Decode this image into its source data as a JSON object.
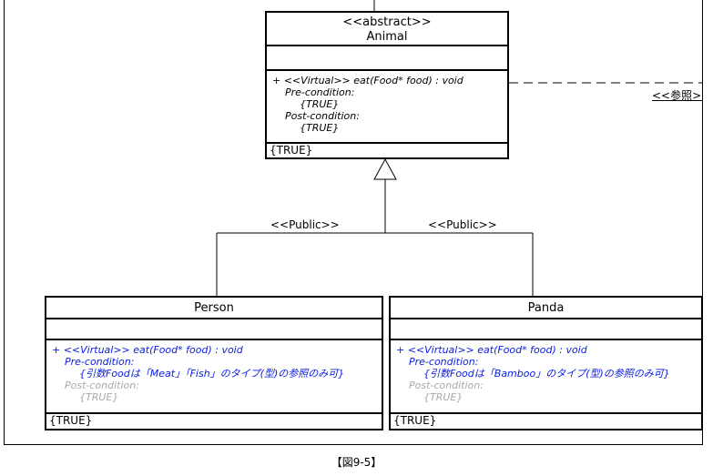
{
  "classes": {
    "animal": {
      "stereotype": "<<abstract>>",
      "name": "Animal",
      "op_signature": "+ <<Virtual>> eat(Food* food) : void",
      "pre_label": "Pre-condition:",
      "pre_value": "{TRUE}",
      "post_label": "Post-condition:",
      "post_value": "{TRUE}",
      "invariant": "{TRUE}"
    },
    "person": {
      "name": "Person",
      "op_signature": "+ <<Virtual>> eat(Food* food) : void",
      "pre_label": "Pre-condition:",
      "pre_value": "{引数Foodは「Meat」「Fish」のタイプ(型)の参照のみ可}",
      "post_label": "Post-condition:",
      "post_value": "{TRUE}",
      "invariant": "{TRUE}"
    },
    "panda": {
      "name": "Panda",
      "op_signature": "+ <<Virtual>> eat(Food* food) : void",
      "pre_label": "Pre-condition:",
      "pre_value": "{引数Foodは「Bamboo」のタイプ(型)の参照のみ可}",
      "post_label": "Post-condition:",
      "post_value": "{TRUE}",
      "invariant": "{TRUE}"
    }
  },
  "relations": {
    "person_to_animal": "<<Public>>",
    "panda_to_animal": "<<Public>>",
    "reference": "<<参照>>"
  },
  "caption": "【図9-5】",
  "colors": {
    "condition_text": "#0a1be0",
    "disabled_text": "#a9a9a9"
  }
}
